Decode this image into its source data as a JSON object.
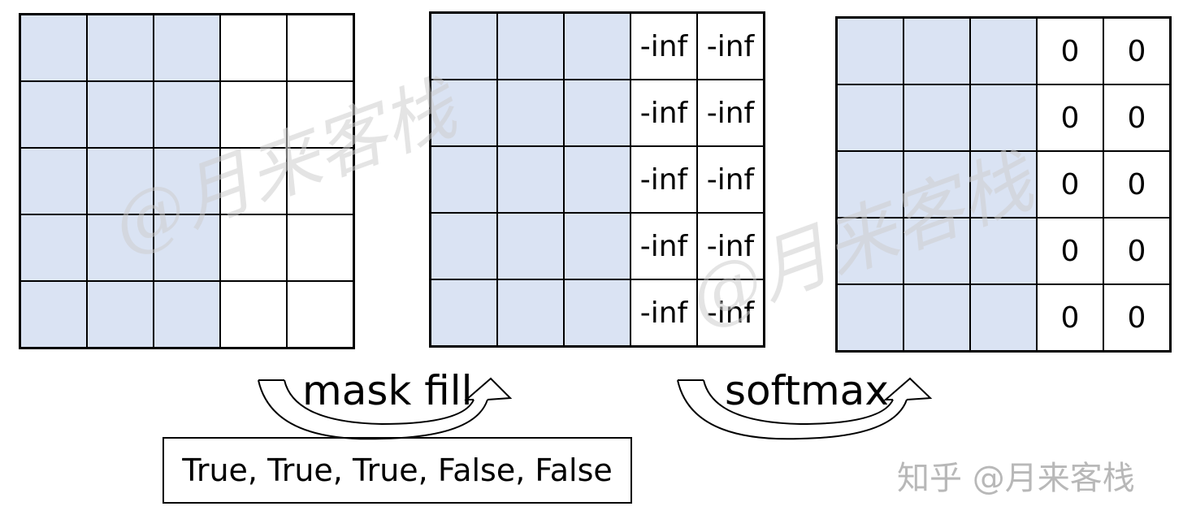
{
  "grids": {
    "input": {
      "cells": [
        [
          "",
          "",
          "",
          "",
          ""
        ],
        [
          "",
          "",
          "",
          "",
          ""
        ],
        [
          "",
          "",
          "",
          "",
          ""
        ],
        [
          "",
          "",
          "",
          "",
          ""
        ],
        [
          "",
          "",
          "",
          "",
          ""
        ]
      ],
      "filled_columns": 3
    },
    "masked": {
      "cells": [
        [
          "",
          "",
          "",
          "-inf",
          "-inf"
        ],
        [
          "",
          "",
          "",
          "-inf",
          "-inf"
        ],
        [
          "",
          "",
          "",
          "-inf",
          "-inf"
        ],
        [
          "",
          "",
          "",
          "-inf",
          "-inf"
        ],
        [
          "",
          "",
          "",
          "-inf",
          "-inf"
        ]
      ],
      "filled_columns": 3
    },
    "softmax": {
      "cells": [
        [
          "",
          "",
          "",
          "0",
          "0"
        ],
        [
          "",
          "",
          "",
          "0",
          "0"
        ],
        [
          "",
          "",
          "",
          "0",
          "0"
        ],
        [
          "",
          "",
          "",
          "0",
          "0"
        ],
        [
          "",
          "",
          "",
          "0",
          "0"
        ]
      ],
      "filled_columns": 3
    }
  },
  "operations": {
    "mask_fill": "mask fill",
    "softmax": "softmax"
  },
  "mask_values": "True, True, True, False, False",
  "watermark": "@月来客栈",
  "credit": "知乎 @月来客栈",
  "colors": {
    "filled_cell": "#dae3f3",
    "empty_cell": "#ffffff",
    "border": "#000000"
  }
}
